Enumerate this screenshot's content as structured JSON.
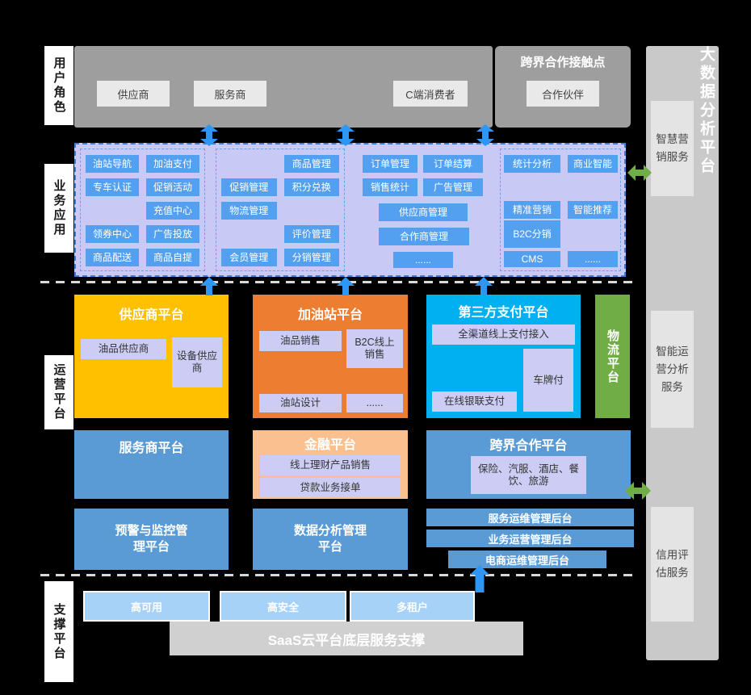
{
  "colors": {
    "background": "#000000",
    "gray_panel": "#9e9e9e",
    "light_chip": "#e9e9e9",
    "purple_panel": "#c9c9f6",
    "blue_chip": "#54a0f0",
    "yellow": "#ffc000",
    "orange": "#ed7d31",
    "cyan": "#00b0f0",
    "green": "#70ad47",
    "mid_blue": "#5b9bd5",
    "light_orange": "#fac090",
    "lavender": "#ccccf4",
    "light_blue_chip": "#a6d2f8",
    "saas_gray": "#d0d0d0",
    "right_bar": "#c9c9c9",
    "arrow_blue": "#2e96f5",
    "arrow_green": "#70ad47"
  },
  "sections": {
    "user_roles": "用户角色",
    "business_apps": "业务应用",
    "operations": "运营平台",
    "support": "支撑平台"
  },
  "user_roles": {
    "chips": [
      "供应商",
      "服务商",
      "C端消费者"
    ]
  },
  "touchpoint": {
    "title": "跨界合作接触点",
    "partner": "合作伙伴"
  },
  "bigdata": {
    "title": "大数据分析平台",
    "services": [
      "智慧营销服务",
      "智能运营分析服务",
      "信用评估服务"
    ]
  },
  "biz": {
    "g1": {
      "r1c1": "油站导航",
      "r1c2": "加油支付",
      "r2c1": "专车认证",
      "r2c2": "促销活动",
      "r3c2": "充值中心",
      "r4c1": "领券中心",
      "r4c2": "广告投放",
      "r5c1": "商品配送",
      "r5c2": "商品自提"
    },
    "g2": {
      "r1c2": "商品管理",
      "r2c1": "促销管理",
      "r2c2": "积分兑换",
      "r3c1": "物流管理",
      "r4c2": "评价管理",
      "r5c1": "会员管理",
      "r5c2": "分销管理"
    },
    "g3": {
      "r1c1": "订单管理",
      "r1c2": "订单结算",
      "r2c1": "销售统计",
      "r2c2": "广告管理",
      "r3": "供应商管理",
      "r4": "合作商管理",
      "r5": "......"
    },
    "g4": {
      "r1c1": "统计分析",
      "r1c2": "商业智能",
      "r2c1": "精准营销",
      "r2c2": "智能推荐",
      "r3": "B2C分销",
      "r4c1": "CMS",
      "r4c2": "......"
    }
  },
  "ops": {
    "supplier": {
      "title": "供应商平台",
      "oil_supplier": "油品供应商",
      "equipment_supplier": "设备供应商"
    },
    "station": {
      "title": "加油站平台",
      "oil_sales": "油品销售",
      "b2c_online": "B2C线上销售",
      "station_design": "油站设计",
      "more": "......"
    },
    "payment": {
      "title": "第三方支付平台",
      "omni": "全渠道线上支付接入",
      "plate_pay": "车牌付",
      "unionpay": "在线银联支付"
    },
    "logistics": {
      "title": "物流平台"
    },
    "service_provider": {
      "title": "服务商平台"
    },
    "finance": {
      "title": "金融平台",
      "wealth": "线上理财产品销售",
      "loan": "贷款业务接单"
    },
    "crossover": {
      "title": "跨界合作平台",
      "partners": "保险、汽服、酒店、餐饮、旅游"
    },
    "warning": {
      "title": "预警与监控管理平台"
    },
    "data_analysis": {
      "title": "数据分析管理平台"
    },
    "backends": [
      "服务运维管理后台",
      "业务运营管理后台",
      "电商运维管理后台"
    ]
  },
  "support": {
    "chips": [
      "高可用",
      "高安全",
      "多租户"
    ],
    "base": "SaaS云平台底层服务支撑"
  }
}
